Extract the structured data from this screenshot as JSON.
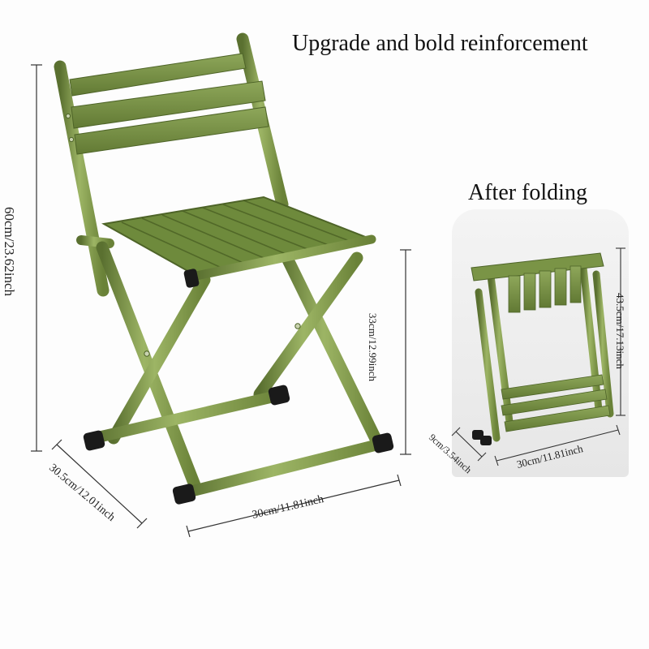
{
  "headline": "Upgrade and bold reinforcement",
  "folded_title": "After folding",
  "dimensions": {
    "height_total": "60cm/23.62inch",
    "depth": "30.5cm/12.01inch",
    "width": "30cm/11.81inch",
    "seat_height": "33cm/12.99inch",
    "folded_height": "43.5cm/17.13inch",
    "folded_depth": "9cm/3.54inch",
    "folded_width": "30cm/11.81inch"
  },
  "colors": {
    "frame": "#7a9446",
    "frame_dark": "#5a7030",
    "frame_light": "#9db565",
    "feet": "#1a1a1a",
    "dimension_line": "#333333"
  }
}
